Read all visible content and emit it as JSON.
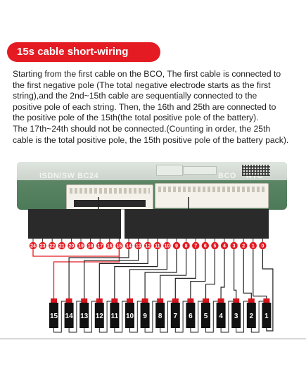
{
  "title": "15s cable short-wiring method",
  "description": [
    "Starting from the first cable on the BCO, The first cable is connected to",
    "the first negative pole (The total negative electrode starts as the first",
    "string),and the 2nd~15th cable are sequentially connected to the",
    "positive pole of each string. Then, the 16th and 25th are connected to",
    "the positive pole of the 15th(the total positive pole of the battery).",
    "The 17th~24th should not be connected.(Counting in order, the 25th",
    "cable is the total positive pole, the 15th positive pole of the battery pack)."
  ],
  "board": {
    "label_left": "ISDN/SW BC24",
    "label_bco": "BCO",
    "label_ntc": "NTC"
  },
  "pins": [
    "24",
    "23",
    "22",
    "21",
    "20",
    "19",
    "18",
    "17",
    "16",
    "15",
    "14",
    "13",
    "12",
    "11",
    "10",
    "9",
    "8",
    "7",
    "6",
    "5",
    "4",
    "3",
    "2",
    "1",
    "0"
  ],
  "cells": [
    "15",
    "14",
    "13",
    "12",
    "11",
    "10",
    "9",
    "8",
    "7",
    "6",
    "5",
    "4",
    "3",
    "2",
    "1"
  ],
  "colors": {
    "accent": "#e41b23",
    "wire": "#222222",
    "connector_wire": "#e41b23",
    "cell_body": "#111111",
    "cell_cap": "#d7141c"
  }
}
